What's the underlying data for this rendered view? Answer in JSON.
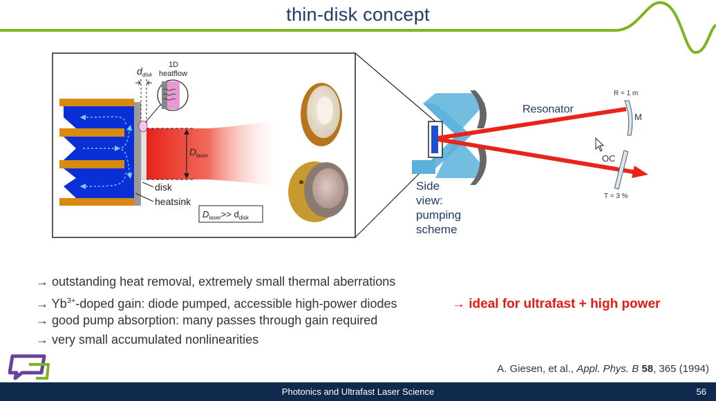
{
  "title": "thin-disk concept",
  "left_figure": {
    "d_disk": "d",
    "d_disk_sub": "disk",
    "heatflow_line1": "1D",
    "heatflow_line2": "heatflow",
    "d_laser": "D",
    "d_laser_sub": "laser",
    "disk_label": "disk",
    "heatsink_label": "heatsink",
    "relation_D": "D",
    "relation_D_sub": "laser",
    "relation_op": ">> d",
    "relation_d_sub": "disk"
  },
  "right_figure": {
    "resonator_label": "Resonator",
    "radius_label": "R = 1 m",
    "mirror_label": "M",
    "oc_label": "OC",
    "transmission_label": "T = 3 %",
    "side_view_lines": [
      "Side",
      "view:",
      "pumping",
      "scheme"
    ]
  },
  "bullets": [
    {
      "prefix": "→ outstanding heat removal, extremely small thermal aberrations"
    },
    {
      "prefix": "→ Yb",
      "sup": "3+",
      "suffix": "-doped gain: diode pumped, accessible high-power diodes"
    },
    {
      "prefix": "→ good pump absorption: many passes through gain required"
    },
    {
      "prefix": "→ very small accumulated nonlinearities"
    }
  ],
  "highlight": "→ ideal for ultrafast + high power",
  "citation": {
    "authors": "A. Giesen, et al., ",
    "journal": "Appl. Phys. B",
    "volume": "58",
    "pages": ", 365 (1994)"
  },
  "footer": "Photonics and Ultrafast Laser Science",
  "page_number": "56",
  "colors": {
    "title": "#1f3a6b",
    "accent_green": "#7ab51d",
    "footer_bg": "#0f2a4d",
    "highlight_red": "#e8190f",
    "laser_red": "#e8231a",
    "water_blue": "#0a2fd6",
    "copper": "#d8890f",
    "pump_cyan": "#5ab2dc"
  }
}
